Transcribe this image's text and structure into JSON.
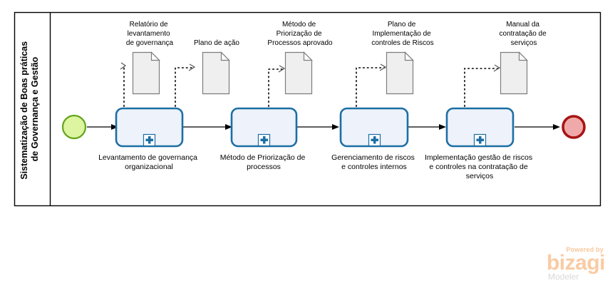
{
  "pool": {
    "label": "Sistematização de Boas práticas de Governança e Gestão",
    "colors": {
      "border": "#000000",
      "background": "#ffffff"
    }
  },
  "events": {
    "start": {
      "name": "start-event",
      "fill": "#ddf4a0",
      "stroke": "#62a51b"
    },
    "end": {
      "name": "end-event",
      "fill": "#f0a9a9",
      "stroke": "#a81414"
    }
  },
  "tasks": [
    {
      "id": "task-1",
      "label_lines": [
        "Levantamento de governança",
        "organizacional"
      ],
      "marker": "subprocess-plus"
    },
    {
      "id": "task-2",
      "label_lines": [
        "Método de Priorização de",
        "processos"
      ],
      "marker": "subprocess-plus"
    },
    {
      "id": "task-3",
      "label_lines": [
        "Gerenciamento de riscos",
        "e controles internos"
      ],
      "marker": "subprocess-plus"
    },
    {
      "id": "task-4",
      "label_lines": [
        "Implementação gestão de riscos",
        "e controles na contratação de",
        "serviços"
      ],
      "marker": "subprocess-plus"
    }
  ],
  "data_objects": [
    {
      "id": "doc-1",
      "label_lines": [
        "Relatório de",
        "levantamento",
        "de governança"
      ]
    },
    {
      "id": "doc-2",
      "label_lines": [
        "Plano de ação"
      ]
    },
    {
      "id": "doc-3",
      "label_lines": [
        "Método de",
        "Priorização de",
        "Processos aprovado"
      ]
    },
    {
      "id": "doc-4",
      "label_lines": [
        "Plano de",
        "Implementação de",
        "controles de Riscos"
      ]
    },
    {
      "id": "doc-5",
      "label_lines": [
        "Manual da",
        "contratação de",
        "serviços"
      ]
    }
  ],
  "task_style": {
    "fill": "#edf2fb",
    "stroke": "#1c6ea4"
  },
  "data_object_style": {
    "fill": "#efefef",
    "stroke": "#7d7d7d"
  },
  "watermark": {
    "powered_by": "Powered by",
    "brand": "bizagi",
    "product": "Modeler",
    "brand_color": "#f9cba4",
    "product_color": "#d8d8d8"
  }
}
